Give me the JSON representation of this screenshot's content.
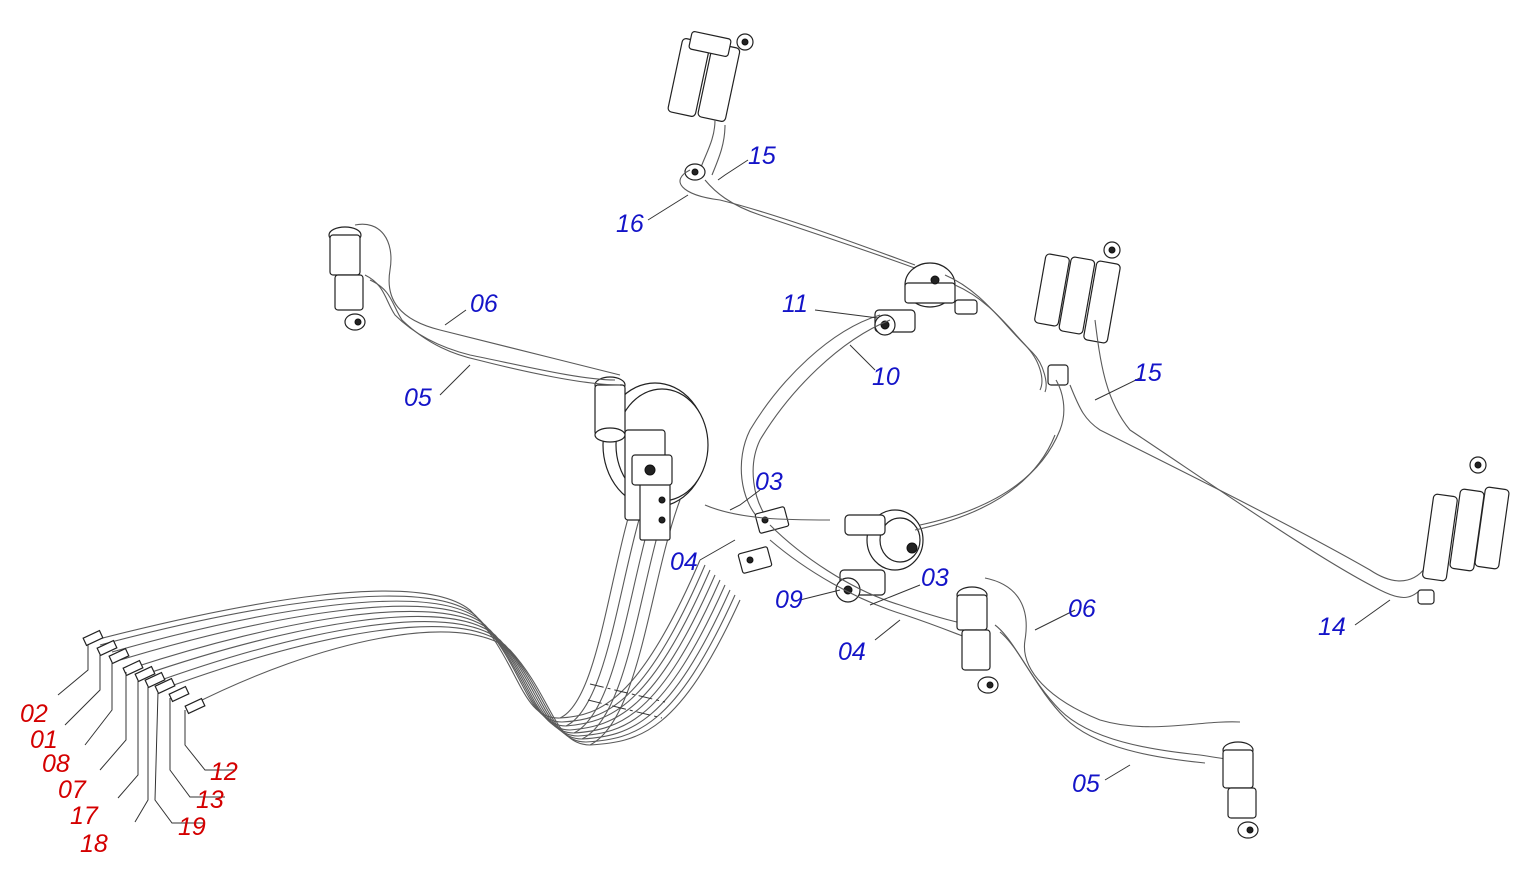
{
  "colors": {
    "blue_label": "#1414c8",
    "red_label": "#d40000"
  },
  "blue_labels": [
    {
      "id": "l15a",
      "text": "15"
    },
    {
      "id": "l16",
      "text": "16"
    },
    {
      "id": "l06a",
      "text": "06"
    },
    {
      "id": "l05a",
      "text": "05"
    },
    {
      "id": "l11",
      "text": "11"
    },
    {
      "id": "l10",
      "text": "10"
    },
    {
      "id": "l15b",
      "text": "15"
    },
    {
      "id": "l03a",
      "text": "03"
    },
    {
      "id": "l04a",
      "text": "04"
    },
    {
      "id": "l09",
      "text": "09"
    },
    {
      "id": "l03b",
      "text": "03"
    },
    {
      "id": "l04b",
      "text": "04"
    },
    {
      "id": "l06b",
      "text": "06"
    },
    {
      "id": "l14",
      "text": "14"
    },
    {
      "id": "l05b",
      "text": "05"
    }
  ],
  "red_labels": [
    {
      "id": "r02",
      "text": "02"
    },
    {
      "id": "r01",
      "text": "01"
    },
    {
      "id": "r08",
      "text": "08"
    },
    {
      "id": "r07",
      "text": "07"
    },
    {
      "id": "r17",
      "text": "17"
    },
    {
      "id": "r18",
      "text": "18"
    },
    {
      "id": "r12",
      "text": "12"
    },
    {
      "id": "r13",
      "text": "13"
    },
    {
      "id": "r19",
      "text": "19"
    }
  ]
}
